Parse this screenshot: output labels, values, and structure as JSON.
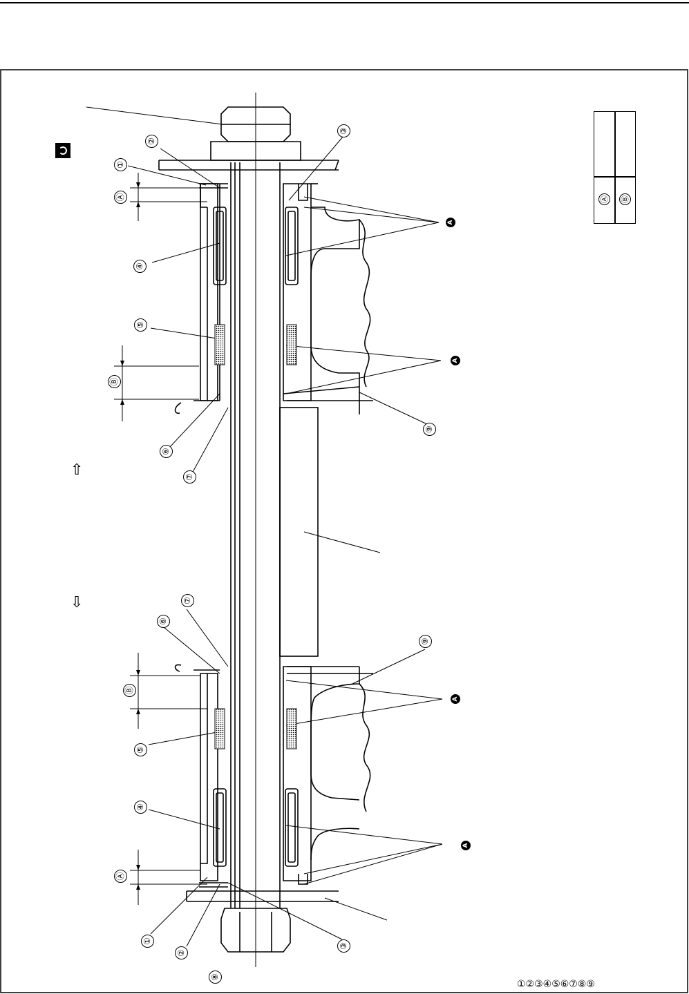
{
  "diagram": {
    "part_refs": [
      "①",
      "②",
      "③",
      "④",
      "⑤",
      "⑥",
      "⑦",
      "⑧",
      "⑨"
    ],
    "dimension_refs": [
      "Ⓐ",
      "Ⓑ"
    ],
    "grease_tag": "A",
    "legend": {
      "rows": [
        {
          "key": "Ⓐ"
        },
        {
          "key": "Ⓑ"
        }
      ]
    },
    "footer_refs": "①②③④⑤⑥⑦⑧⑨",
    "icons": {
      "torque": "torque-icon",
      "forward_arrow": "up-arrow-icon",
      "rear_arrow": "down-arrow-icon",
      "grease": "grease-gun-icon"
    }
  }
}
